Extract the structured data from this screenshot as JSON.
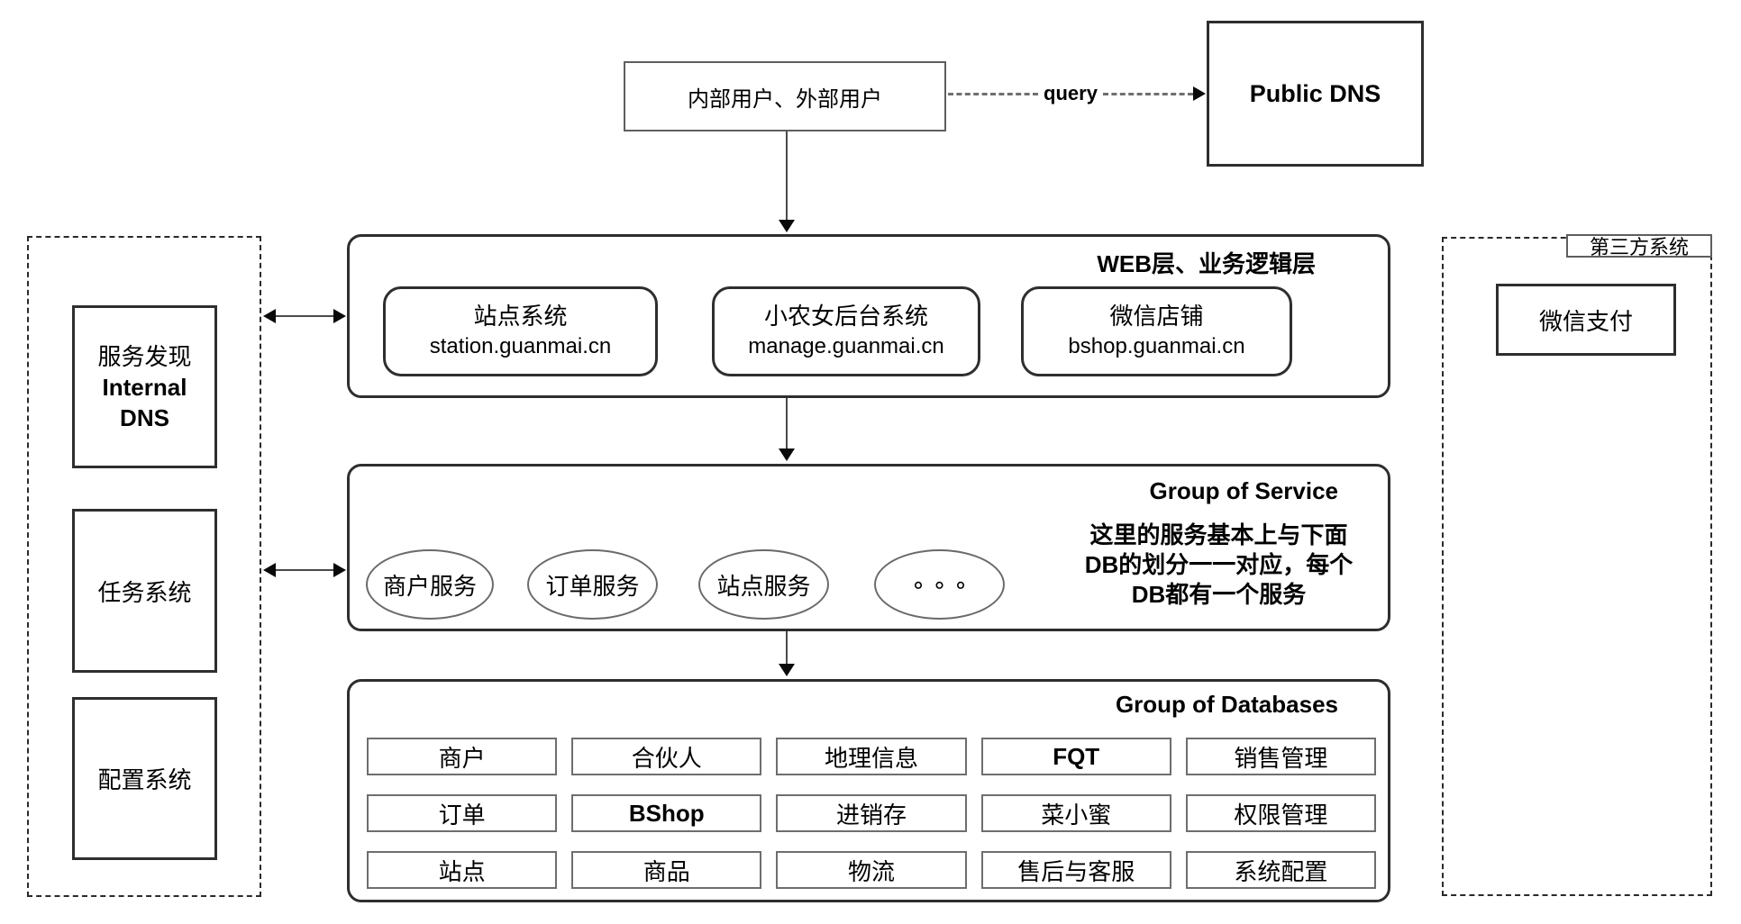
{
  "top": {
    "users_box": "内部用户、外部用户",
    "query_label": "query",
    "public_dns": "Public DNS"
  },
  "left_panel": {
    "boxes": [
      {
        "cn": "服务发现",
        "en": "Internal DNS"
      },
      {
        "cn": "任务系统"
      },
      {
        "cn": "配置系统"
      }
    ]
  },
  "web_layer": {
    "title": "WEB层、业务逻辑层",
    "systems": [
      {
        "name": "站点系统",
        "domain": "station.guanmai.cn"
      },
      {
        "name": "小农女后台系统",
        "domain": "manage.guanmai.cn"
      },
      {
        "name": "微信店铺",
        "domain": "bshop.guanmai.cn"
      }
    ]
  },
  "service_layer": {
    "title": "Group of Service",
    "services": [
      "商户服务",
      "订单服务",
      "站点服务",
      "∘ ∘ ∘"
    ],
    "note_lines": [
      "这里的服务基本上与下面",
      "DB的划分一一对应，每个",
      "DB都有一个服务"
    ]
  },
  "db_layer": {
    "title": "Group of Databases",
    "rows": [
      [
        "商户",
        "合伙人",
        "地理信息",
        "FQT",
        "销售管理"
      ],
      [
        "订单",
        "BShop",
        "进销存",
        "菜小蜜",
        "权限管理"
      ],
      [
        "站点",
        "商品",
        "物流",
        "售后与客服",
        "系统配置"
      ]
    ]
  },
  "right_panel": {
    "label": "第三方系统",
    "box": "微信支付"
  },
  "colors": {
    "background": "#ffffff",
    "border_dark": "#2e2e2e",
    "border_gray": "#6a6a6a",
    "line": "#4a4a4a",
    "text": "#000000"
  }
}
